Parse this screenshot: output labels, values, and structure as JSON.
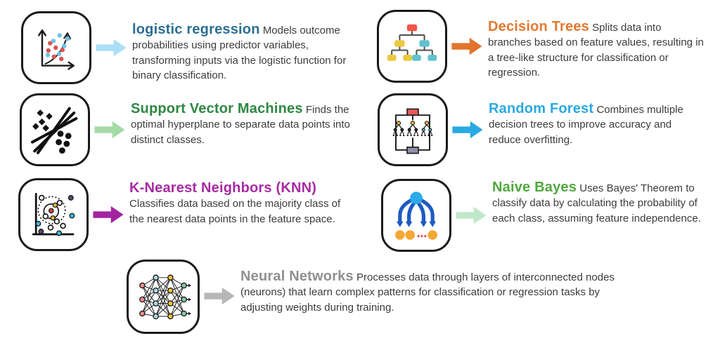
{
  "items": [
    {
      "id": "logistic-regression",
      "title": "logistic regression",
      "description": "Models outcome probabilities using predictor variables, transforming inputs via the logistic function for binary classification.",
      "title_color": "#2b6e92",
      "arrow_color": "#abdff7",
      "icon": "scatter-plot-growth-curve-icon"
    },
    {
      "id": "decision-trees",
      "title": "Decision Trees",
      "description": "Splits data into branches based on feature values, resulting in a tree-like structure for classification or regression.",
      "title_color": "#e4782e",
      "arrow_color": "#e2742d",
      "icon": "tree-diagram-icon"
    },
    {
      "id": "support-vector-machines",
      "title": "Support Vector Machines",
      "description": "Finds the optimal hyperplane to separate data points into distinct classes.",
      "title_color": "#2e8742",
      "arrow_color": "#a5dba7",
      "icon": "svm-hyperplane-scatter-icon"
    },
    {
      "id": "random-forest",
      "title": "Random Forest",
      "description": "Combines multiple decision trees to improve accuracy and reduce overfitting.",
      "title_color": "#2aa9e0",
      "arrow_color": "#27a9e1",
      "icon": "random-forest-ensemble-icon"
    },
    {
      "id": "k-nearest-neighbors",
      "title": "K-Nearest Neighbors (KNN)",
      "description": "Classifies data based on the majority class of the nearest data points in the feature space.",
      "title_color": "#a62ba2",
      "arrow_color": "#a224a0",
      "icon": "knn-neighborhood-scatter-icon"
    },
    {
      "id": "naive-bayes",
      "title": "Naive Bayes",
      "description": "Uses Bayes' Theorem to classify data by calculating the probability of each class, assuming feature independence.",
      "title_color": "#50a83e",
      "arrow_color": "#bfe8c9",
      "icon": "bayes-probability-branches-icon"
    },
    {
      "id": "neural-networks",
      "title": "Neural Networks",
      "description": "Processes data through layers of interconnected nodes (neurons) that learn complex patterns for classification or regression tasks by adjusting weights during training.",
      "title_color": "#8f8f8f",
      "arrow_color": "#b7b7b7",
      "icon": "neural-network-layers-icon"
    }
  ]
}
